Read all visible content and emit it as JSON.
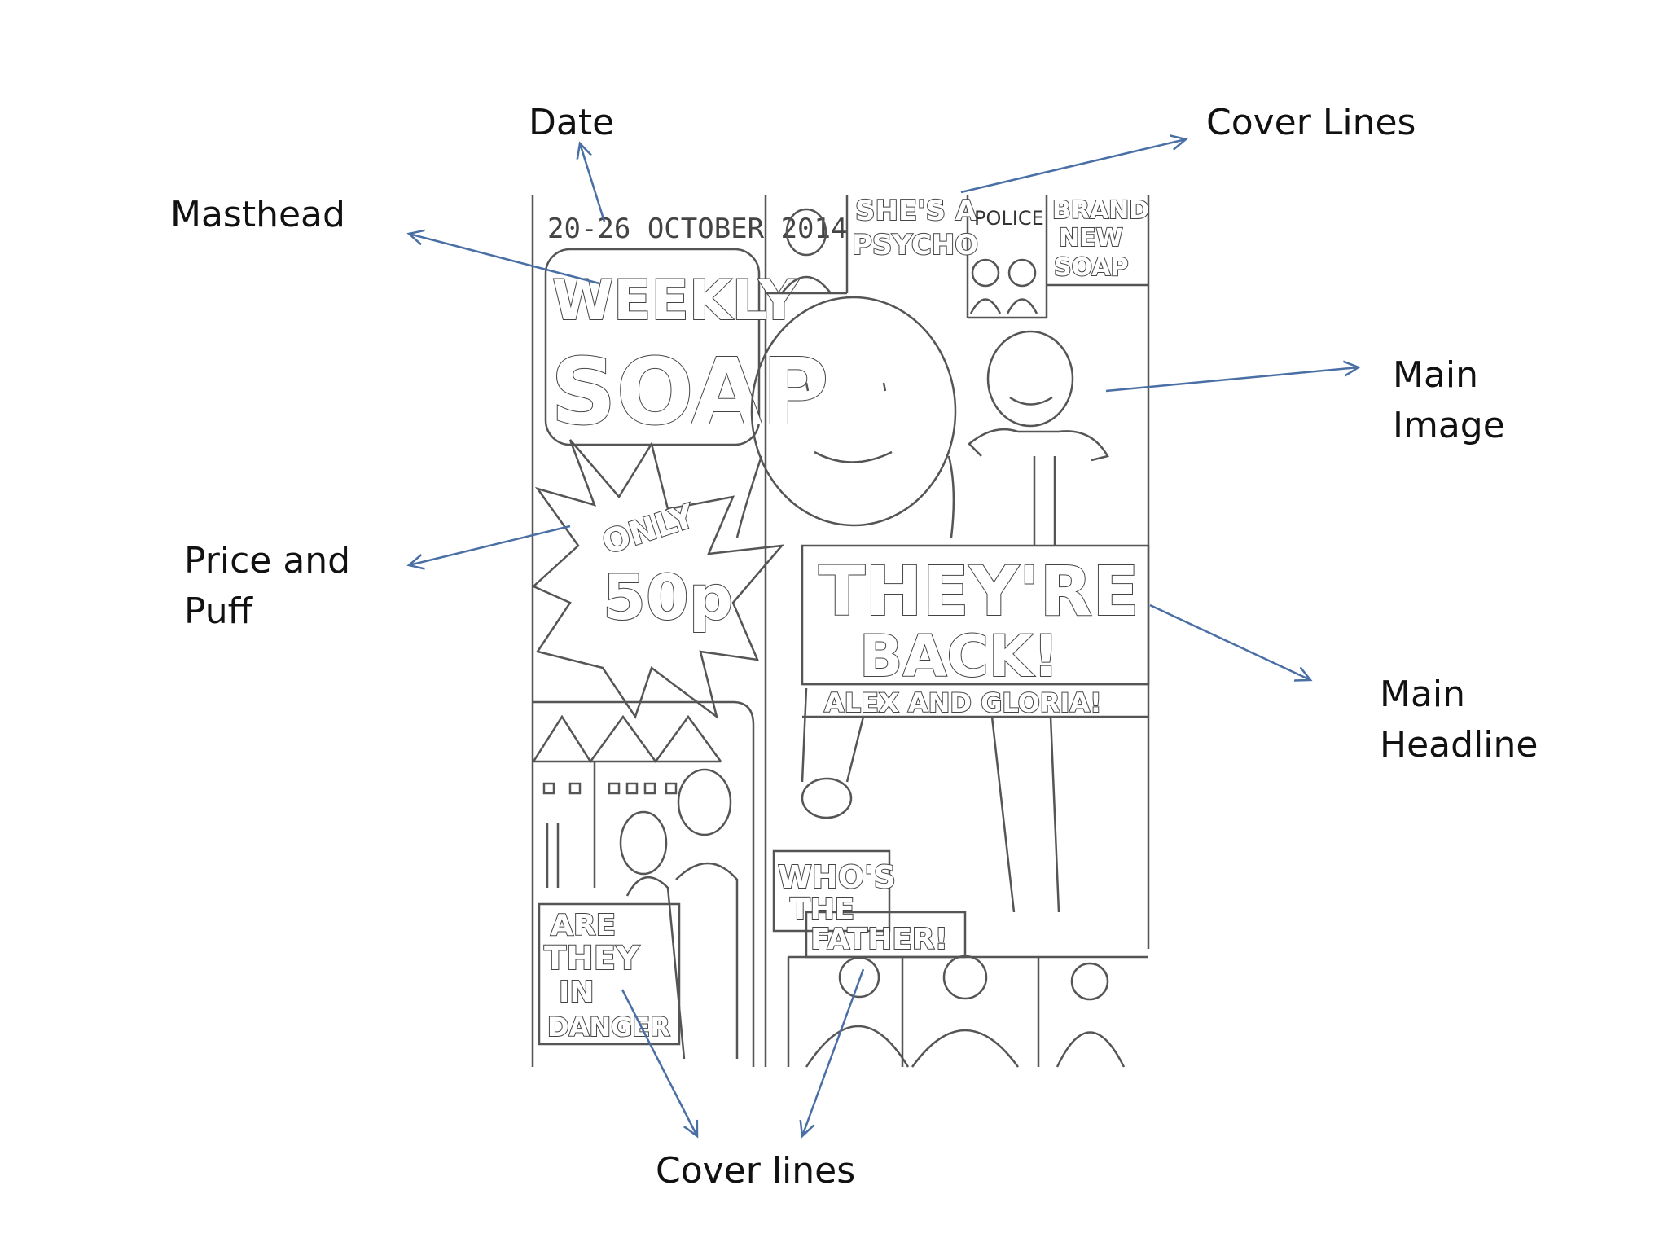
{
  "labels": {
    "date": "Date",
    "cover_lines_top": "Cover Lines",
    "masthead": "Masthead",
    "main_image": [
      "Main",
      "Image"
    ],
    "price_puff": [
      "Price and",
      "Puff"
    ],
    "main_headline": [
      "Main",
      "Headline"
    ],
    "cover_lines_bottom": "Cover lines"
  },
  "sketch": {
    "date": "20-26 OCTOBER 2014",
    "masthead_top": "WEEKLY",
    "masthead_main": "SOAP",
    "price_top": "ONLY",
    "price_value": "50p",
    "cover_psycho": [
      "SHE'S A",
      "PSYCHO"
    ],
    "cover_police": "POLICE",
    "cover_brand_new": [
      "BRAND",
      "NEW",
      "SOAP"
    ],
    "headline": [
      "THEY'RE",
      "BACK!"
    ],
    "headline_sub": "ALEX AND GLORIA!",
    "cover_father": [
      "WHO'S",
      "THE",
      "FATHER!"
    ],
    "cover_danger": [
      "ARE",
      "THEY",
      "IN",
      "DANGER"
    ]
  },
  "colors": {
    "arrow": "#4a6fa5",
    "pencil": "#555555"
  }
}
